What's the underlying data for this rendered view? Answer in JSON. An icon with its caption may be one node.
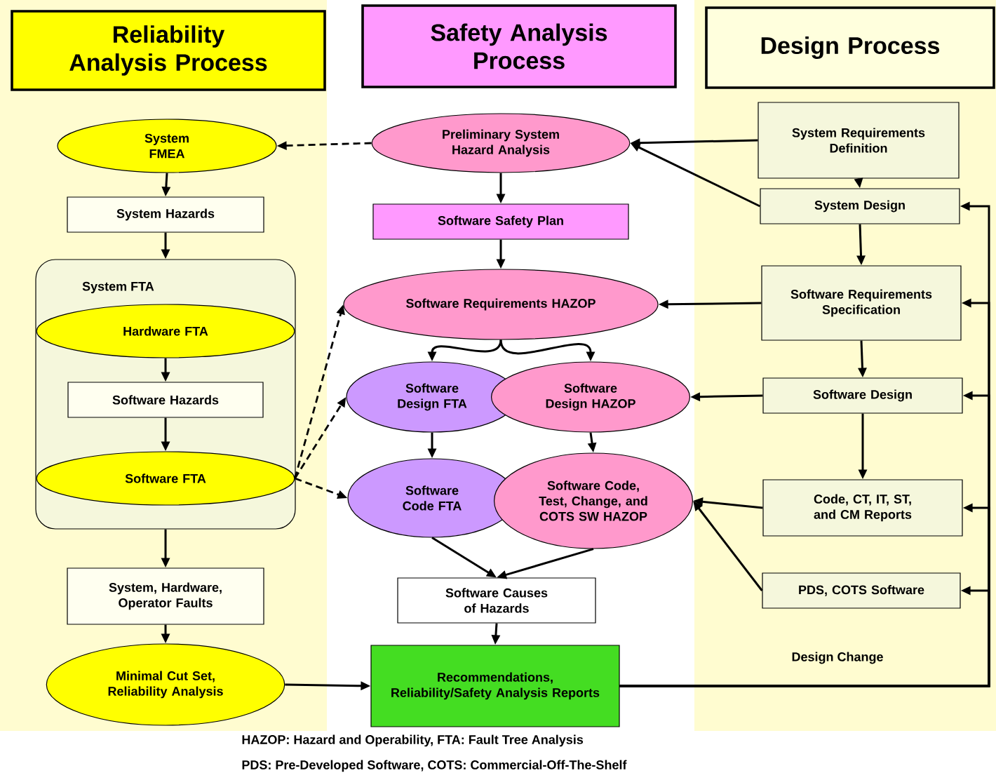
{
  "diagram": {
    "nodes": [
      {
        "text": [
          "Reliability Analysis Process"
        ]
      },
      {
        "text": [
          "Safety Analysis Process"
        ]
      },
      {
        "text": [
          "Design Process"
        ]
      },
      {
        "text": [
          "System FMEA"
        ]
      },
      {
        "text": [
          "System Hazards"
        ]
      },
      {
        "text": [
          "System FTA"
        ]
      },
      {
        "text": [
          "Hardware FTA"
        ],
        "in": 5
      },
      {
        "text": [
          "Software Hazards"
        ],
        "in": 5
      },
      {
        "text": [
          "Software FTA"
        ],
        "in": 5
      },
      {
        "text": [
          "System, Hardware, Operator Faults"
        ]
      },
      {
        "text": [
          "Minimal Cut Set, Reliability Analysis"
        ]
      },
      {
        "text": [
          "Preliminary System Hazard Analysis"
        ]
      },
      {
        "text": [
          "Software Safety Plan"
        ]
      },
      {
        "text": [
          "Software Requirements HAZOP"
        ]
      },
      {
        "text": [
          "Software Design FTA"
        ]
      },
      {
        "text": [
          "Software Design HAZOP"
        ]
      },
      {
        "text": [
          "Software Code FTA"
        ]
      },
      {
        "text": [
          "Software Code, Test, Change, and COTS SW HAZOP"
        ]
      },
      {
        "text": [
          "Software Causes of Hazards"
        ]
      },
      {
        "text": [
          "Recommendations, Reliability/Safety Analysis Reports"
        ]
      },
      {
        "text": [
          "System Requirements Definition"
        ]
      },
      {
        "text": [
          "System Design"
        ]
      },
      {
        "text": [
          "Software Requirements Specification"
        ]
      },
      {
        "text": [
          "Software Design"
        ]
      },
      {
        "text": [
          "Code, CT, IT, ST, and CM Reports"
        ]
      },
      {
        "text": [
          "PDS, COTS Software"
        ]
      }
    ],
    "edges": [
      {
        "from": 11,
        "to": 3,
        "arrow": "to",
        "style": "dashed"
      },
      {
        "from": 3,
        "to": 4,
        "arrow": "to"
      },
      {
        "from": 4,
        "to": 5,
        "arrow": "to"
      },
      {
        "from": 6,
        "to": 7,
        "arrow": "to"
      },
      {
        "from": 7,
        "to": 8,
        "arrow": "to"
      },
      {
        "from": 5,
        "to": 9,
        "arrow": "to"
      },
      {
        "from": 9,
        "to": 10,
        "arrow": "to"
      },
      {
        "from": 10,
        "to": 19,
        "arrow": "to"
      },
      {
        "from": 8,
        "to": 13,
        "arrow": "to",
        "style": "dashed"
      },
      {
        "from": 8,
        "to": 14,
        "arrow": "to",
        "style": "dashed"
      },
      {
        "from": 8,
        "to": 16,
        "arrow": "to",
        "style": "dashed"
      },
      {
        "from": 11,
        "to": 12,
        "arrow": "to"
      },
      {
        "from": 12,
        "to": 13,
        "arrow": "to"
      },
      {
        "from": 13,
        "to": 14,
        "arrow": "to"
      },
      {
        "from": 13,
        "to": 15,
        "arrow": "to"
      },
      {
        "from": 14,
        "to": 16,
        "arrow": "to"
      },
      {
        "from": 15,
        "to": 17,
        "arrow": "to"
      },
      {
        "from": 16,
        "to": 18,
        "arrow": "to"
      },
      {
        "from": 17,
        "to": 18,
        "arrow": "to"
      },
      {
        "from": 18,
        "to": 19,
        "arrow": "to"
      },
      {
        "from": 20,
        "to": 11,
        "arrow": "to"
      },
      {
        "from": 21,
        "to": 11,
        "arrow": "to"
      },
      {
        "from": 22,
        "to": 13,
        "arrow": "to"
      },
      {
        "from": 23,
        "to": 15,
        "arrow": "to"
      },
      {
        "from": 24,
        "to": 17,
        "arrow": "to"
      },
      {
        "from": 25,
        "to": 17,
        "arrow": "to"
      },
      {
        "from": 20,
        "to": 21,
        "arrow": "to"
      },
      {
        "from": 21,
        "to": 22,
        "arrow": "to"
      },
      {
        "from": 22,
        "to": 23,
        "arrow": "to"
      },
      {
        "from": 23,
        "to": 24,
        "arrow": "to"
      },
      {
        "from": 19,
        "to": 21,
        "arrow": "to"
      },
      {
        "from": 19,
        "to": 22,
        "arrow": "to"
      },
      {
        "from": 19,
        "to": 23,
        "arrow": "to"
      },
      {
        "from": 19,
        "to": 24,
        "arrow": "to"
      },
      {
        "from": 19,
        "to": 25,
        "arrow": "to"
      }
    ],
    "labels": [
      "Design Change",
      "HAZOP: Hazard and Operability, FTA: Fault Tree Analysis",
      "PDS: Pre-Developed Software, COTS: Commercial-Off-The-Shelf"
    ]
  }
}
